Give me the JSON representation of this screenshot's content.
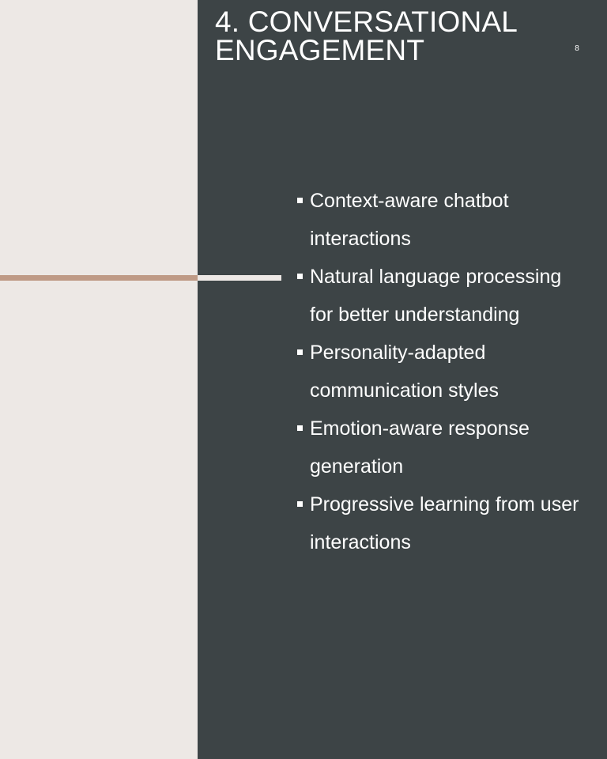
{
  "slide": {
    "title": "4. CONVERSATIONAL ENGAGEMENT",
    "page_number": "8",
    "bullets": [
      {
        "text": "Context-aware chatbot interactions"
      },
      {
        "text": "Natural language processing for better understanding"
      },
      {
        "text": "Personality-adapted communication styles"
      },
      {
        "text": "Emotion-aware response generation"
      },
      {
        "text": "Progressive learning from user interactions"
      }
    ]
  },
  "colors": {
    "background_light": "#ede8e5",
    "panel_dark": "#3d4446",
    "accent_line": "#bf9a86",
    "text": "#ffffff"
  }
}
